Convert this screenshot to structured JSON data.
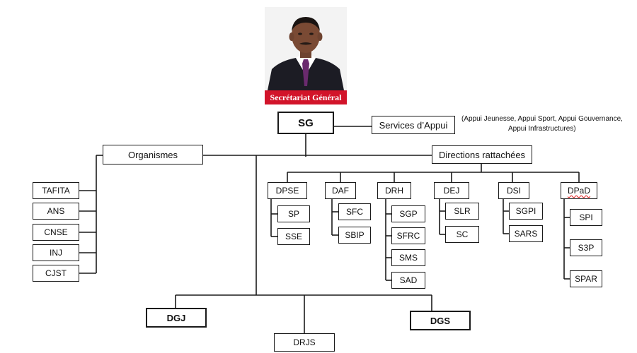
{
  "portrait": {
    "caption": "Secrétariat Général"
  },
  "sg": {
    "label": "SG"
  },
  "services_appui": {
    "label": "Services d’Appui",
    "note_line1": "(Appui Jeunesse, Appui Sport, Appui Gouvernance,",
    "note_line2": "Appui Infrastructures)"
  },
  "organismes": {
    "label": "Organismes",
    "items": [
      "TAFITA",
      "ANS",
      "CNSE",
      "INJ",
      "CJST"
    ]
  },
  "directions_rattachees": {
    "label": "Directions rattachées"
  },
  "directions": [
    {
      "label": "DPSE",
      "subs": [
        "SP",
        "SSE"
      ]
    },
    {
      "label": "DAF",
      "subs": [
        "SFC",
        "SBIP"
      ]
    },
    {
      "label": "DRH",
      "subs": [
        "SGP",
        "SFRC",
        "SMS",
        "SAD"
      ]
    },
    {
      "label": "DEJ",
      "subs": [
        "SLR",
        "SC"
      ]
    },
    {
      "label": "DSI",
      "subs": [
        "SGPI",
        "SARS"
      ]
    },
    {
      "label": "DPaD",
      "subs": [
        "SPI",
        "S3P",
        "SPAR"
      ]
    }
  ],
  "general_directions": [
    "DGJ",
    "DRJS",
    "DGS"
  ]
}
